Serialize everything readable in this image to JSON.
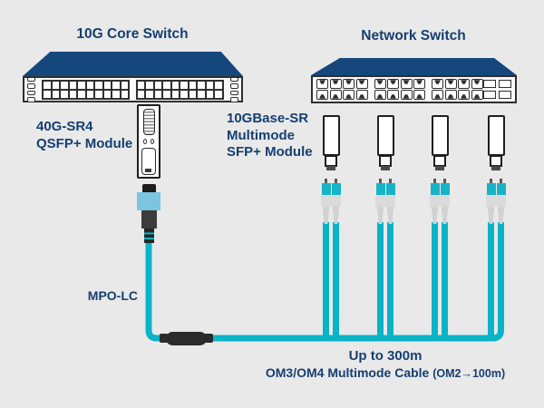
{
  "title_left": "10G Core Switch",
  "title_right": "Network Switch",
  "qsfp_label": {
    "line1": "40G-SR4",
    "line2": "QSFP+ Module"
  },
  "sfp_label": {
    "line1": "10GBase-SR",
    "line2": "Multimode",
    "line3": "SFP+ Module"
  },
  "cable_connector_label": "MPO-LC",
  "distance_label": "Up to 300m",
  "cable_label": "OM3/OM4 Multimode Cable",
  "cable_note": "(OM2→100m)",
  "colors": {
    "background": "#e9e9e9",
    "navy": "#16477c",
    "text": "#153f70",
    "outline": "#2f2f2f",
    "panel": "#f9f9f9",
    "cable": "#0ab3c6",
    "mpo_body": "#7dc4e0",
    "lc_body": "#17b3c7",
    "lc_latch": "#dadada"
  },
  "counts": {
    "sfp_modules": 4,
    "core_port_groups": 2,
    "core_port_rows": 2,
    "core_port_cols": 10,
    "core_ear_slots": 4,
    "rj45_groups": 3,
    "rj45_cols_per_group": 4,
    "rj45_rows": 2,
    "sfp_slot_rows": 2,
    "sfp_slot_cols": 2
  }
}
